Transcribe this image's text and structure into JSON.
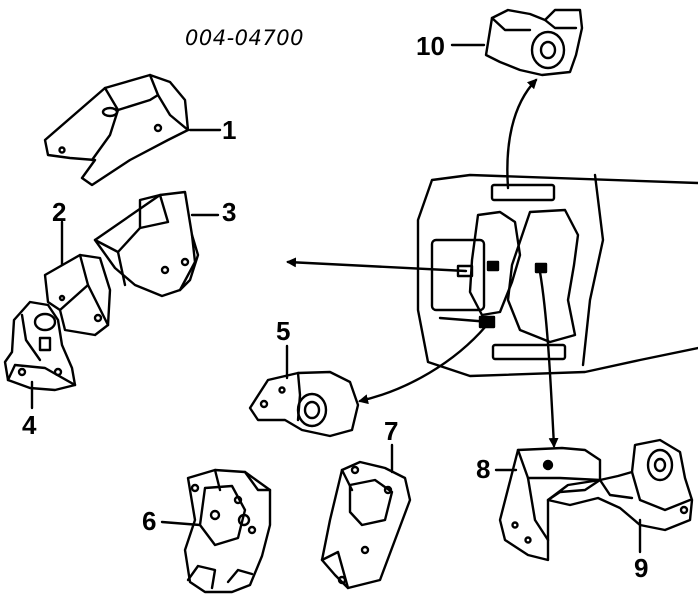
{
  "diagram": {
    "part_code": "004-04700",
    "callouts": [
      {
        "id": "1",
        "label": "1"
      },
      {
        "id": "2",
        "label": "2"
      },
      {
        "id": "3",
        "label": "3"
      },
      {
        "id": "4",
        "label": "4"
      },
      {
        "id": "5",
        "label": "5"
      },
      {
        "id": "6",
        "label": "6"
      },
      {
        "id": "7",
        "label": "7"
      },
      {
        "id": "8",
        "label": "8"
      },
      {
        "id": "9",
        "label": "9"
      },
      {
        "id": "10",
        "label": "10"
      }
    ]
  },
  "colors": {
    "ink": "#000000",
    "paper": "#ffffff"
  }
}
